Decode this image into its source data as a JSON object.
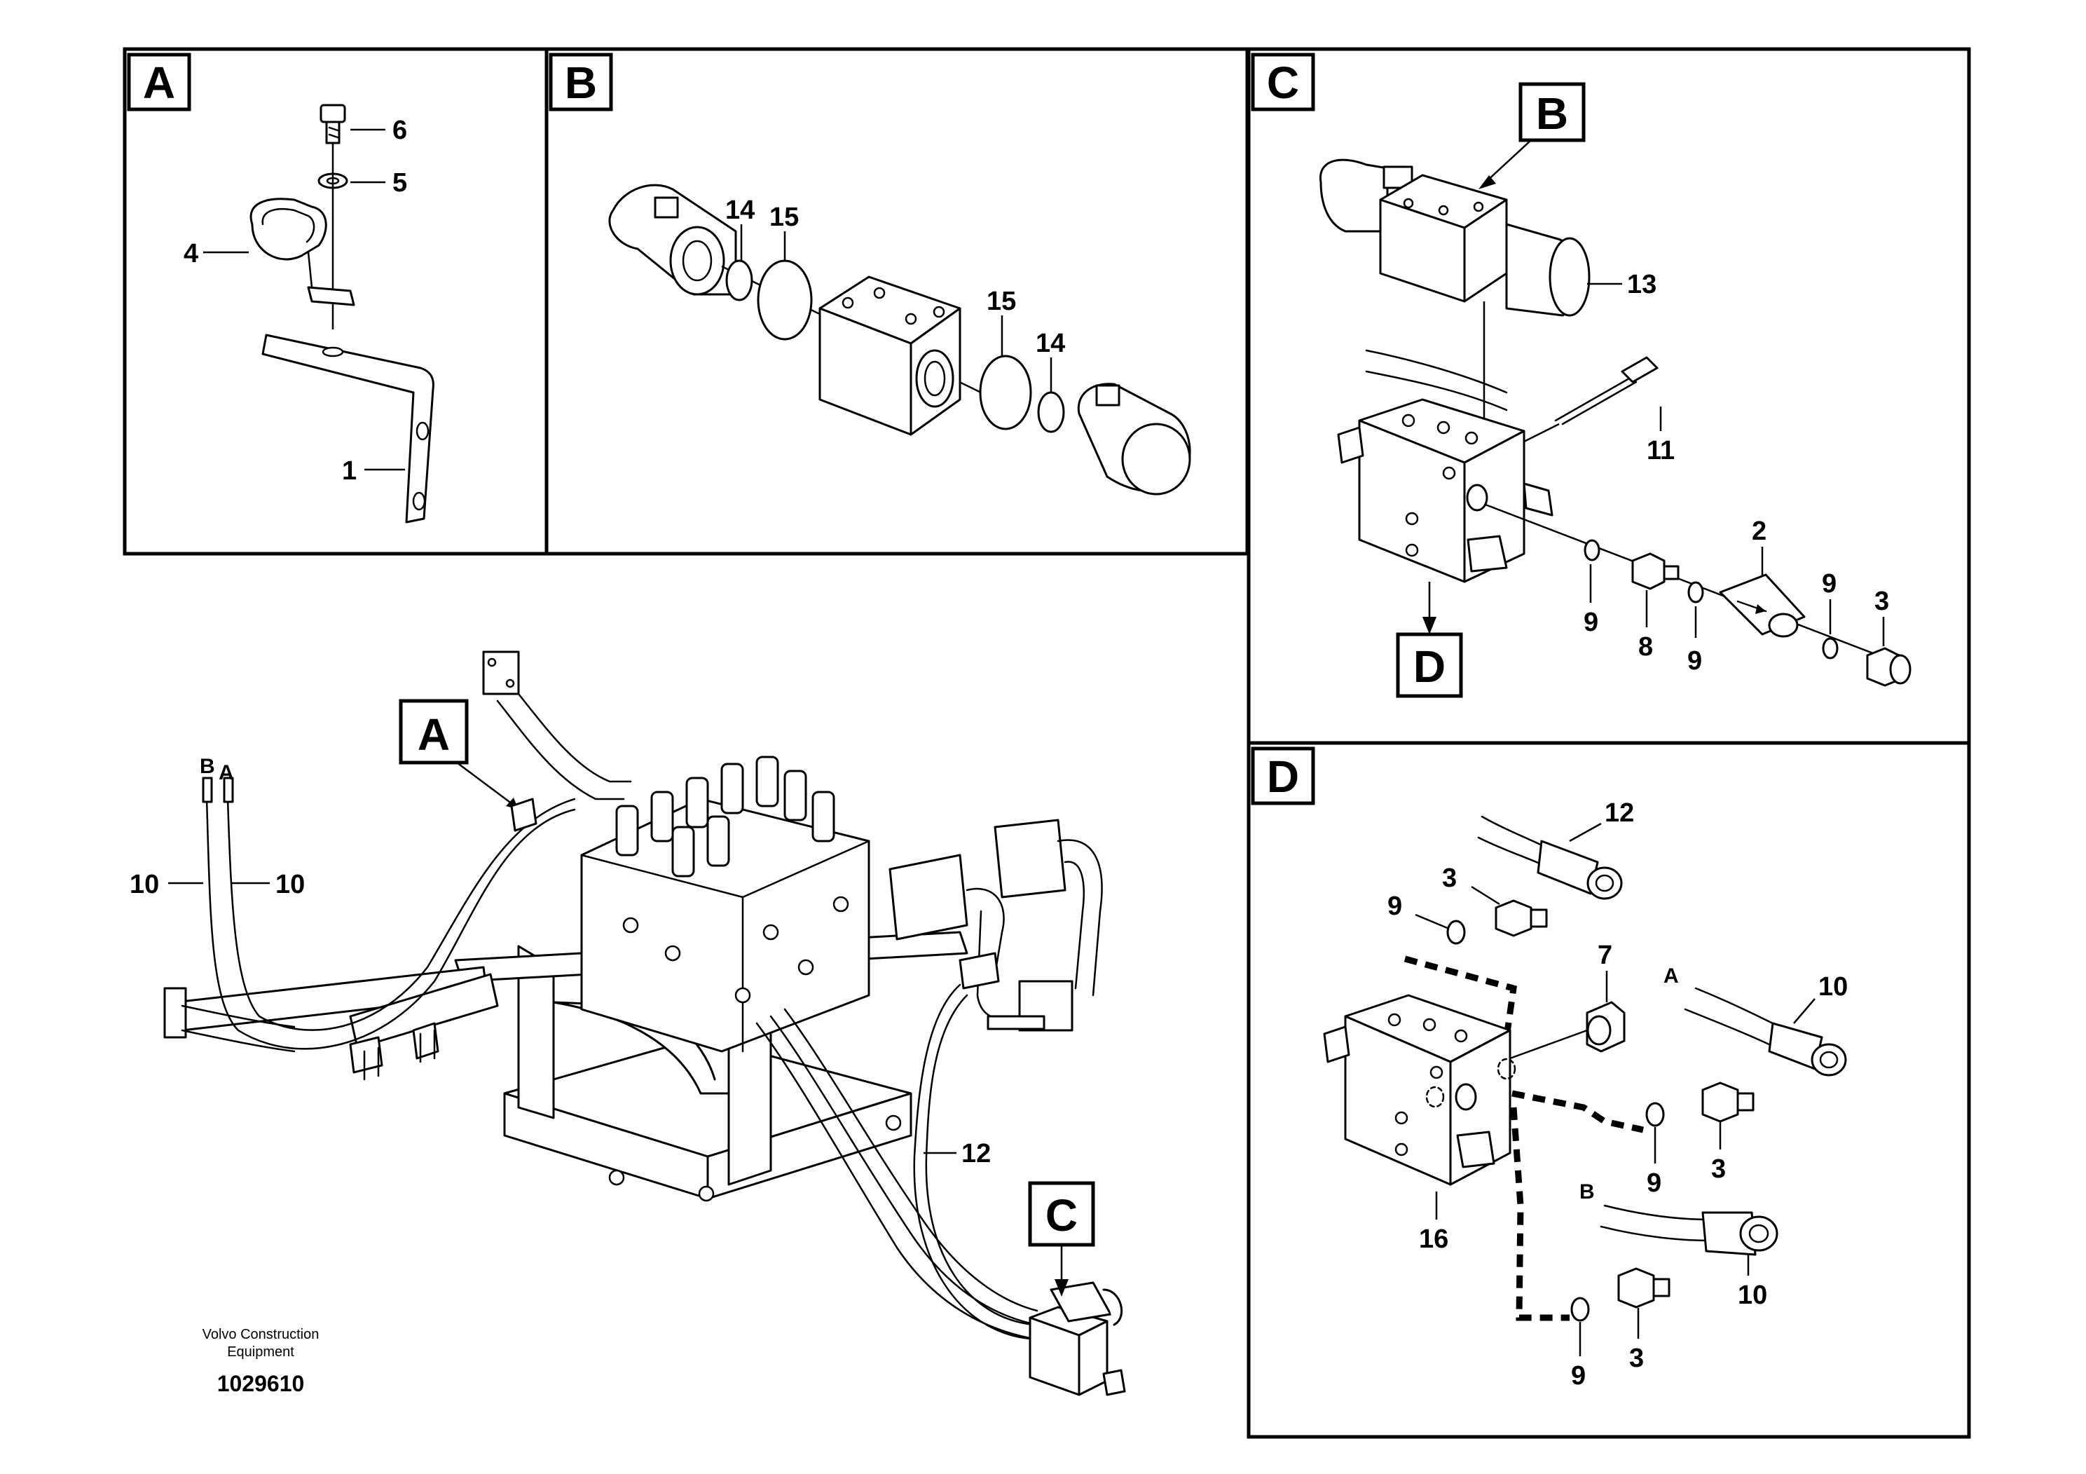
{
  "panels": {
    "a": {
      "label": "A",
      "callouts": {
        "c6": "6",
        "c5": "5",
        "c4": "4",
        "c1": "1"
      }
    },
    "b": {
      "label": "B",
      "callouts": {
        "c14a": "14",
        "c15a": "15",
        "c15b": "15",
        "c14b": "14"
      }
    },
    "c": {
      "label": "C",
      "ref_b": "B",
      "ref_d": "D",
      "callouts": {
        "c13": "13",
        "c11": "11",
        "c2": "2",
        "c9a": "9",
        "c8": "8",
        "c9b": "9",
        "c9c": "9",
        "c3": "3"
      }
    },
    "d": {
      "label": "D",
      "callouts": {
        "c12": "12",
        "c3a": "3",
        "c9a": "9",
        "c7": "7",
        "c16": "16",
        "hose_a": "A",
        "c10a": "10",
        "c9b": "9",
        "c3b": "3",
        "hose_b": "B",
        "c10b": "10",
        "c9c": "9",
        "c3c": "3"
      }
    }
  },
  "overview": {
    "ref_a": "A",
    "ref_c": "C",
    "callouts": {
      "hose_b": "B",
      "hose_a": "A",
      "c10_left": "10",
      "c10_right": "10",
      "c12": "12"
    }
  },
  "footer": {
    "company_line1": "Volvo Construction",
    "company_line2": "Equipment",
    "drawing_number": "1029610"
  },
  "colors": {
    "ink": "#000000",
    "paper": "#ffffff"
  }
}
